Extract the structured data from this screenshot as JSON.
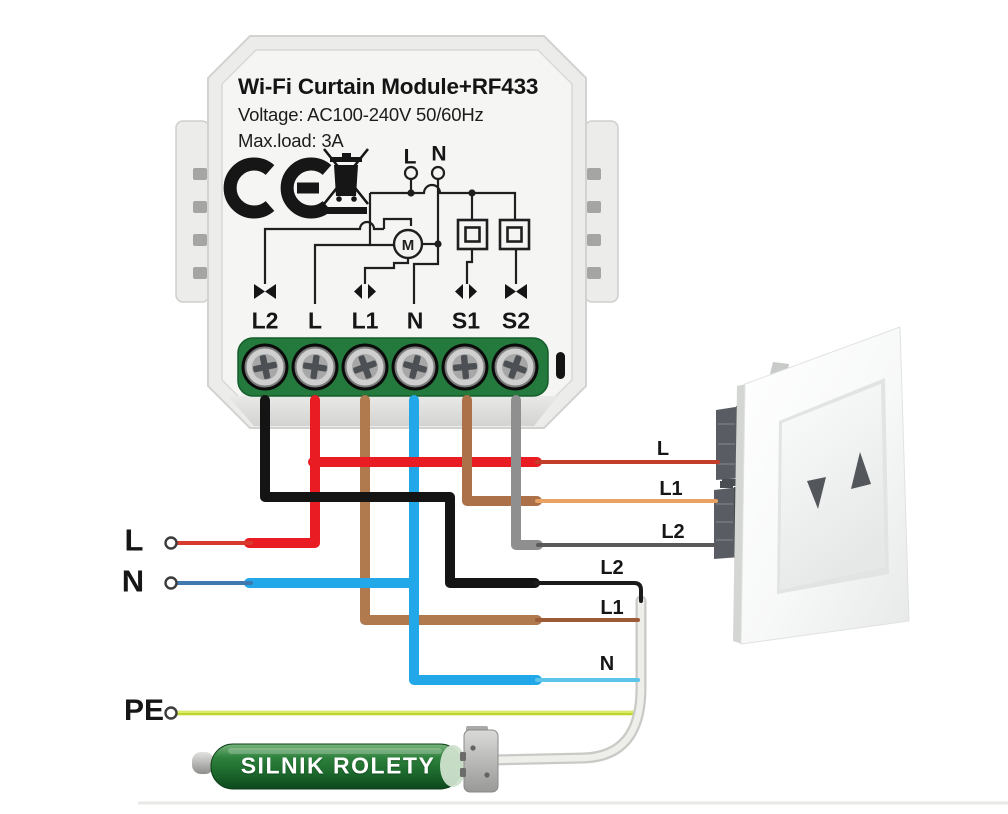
{
  "module": {
    "title": "Wi-Fi Curtain Module+RF433",
    "voltage_line": "Voltage: AC100-240V 50/60Hz",
    "max_load_line": "Max.load: 3A",
    "ce_mark": "CE",
    "schematic": {
      "input_l": "L",
      "input_n": "N",
      "motor_symbol": "M"
    },
    "terminals": [
      "L2",
      "L",
      "L1",
      "N",
      "S1",
      "S2"
    ]
  },
  "supply": {
    "line": "L",
    "neutral": "N",
    "earth": "PE"
  },
  "switch": {
    "wire_labels": [
      "L",
      "L1",
      "L2"
    ]
  },
  "motor": {
    "wire_labels": [
      "L2",
      "L1",
      "N"
    ],
    "label": "SILNIK ROLETY"
  },
  "colors": {
    "live": "#e81c22",
    "neutral_blue": "#22a7e8",
    "earth_green_yellow": "#bdd32f",
    "l1_brown": "#b1794e",
    "s1_brown": "#ad714a",
    "l2_black": "#141414",
    "s2_gray": "#8f8f8f",
    "terminal_green": "#237a3c"
  }
}
